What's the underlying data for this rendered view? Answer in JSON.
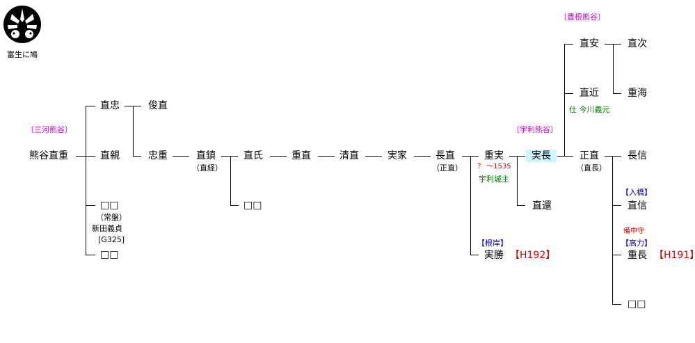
{
  "crest": {
    "caption": "富生に鳩",
    "icon": "crest-icon"
  },
  "colors": {
    "branch_label": "#cc00cc",
    "note_blue": "#0000cc",
    "ref_red": "#dd0000",
    "note_green": "#007700",
    "highlight": "#ccf5ff"
  },
  "persons": {
    "kumagaya_naoshige": "熊谷直重",
    "naotada": "直忠",
    "shunnao": "俊直",
    "naochika_1": "直親",
    "tadashige": "忠重",
    "naoshizu": "直鎮",
    "naoshizu_alias": "（直経）",
    "naouji": "直氏",
    "shigenao": "重直",
    "kiyonao": "清直",
    "saneie": "実家",
    "nagano": "長直",
    "nagano_alias": "（正直）",
    "shigezane": "重実",
    "sanenaga": "実長",
    "masanao": "正直",
    "masanao_alias": "（直長）",
    "naganobu": "長信",
    "naoyasu": "直安",
    "naotsugu": "直次",
    "naochika_2": "直近",
    "shigeumi": "重海",
    "unknown_1": "□□",
    "unknown_2": "□□",
    "unknown_3": "□□",
    "unknown_4": "□□",
    "naokan": "直還",
    "sanekatsu": "実勝",
    "naonobu": "直信",
    "shigenaga": "重長"
  },
  "notes": {
    "mikawa": "〔三河熊谷〕",
    "uri": "〔宇利熊谷〕",
    "toyone": "〔豊根熊谷〕",
    "tokiwa": "（常盤）",
    "nitta": "新田義貞",
    "g325": "[G325]",
    "nishi": "【根岸】",
    "iribashi": "【入橋】",
    "takariki": "【高力】",
    "bicchu": "備中守",
    "shigezane_dates": "？ ～1535",
    "uri_castle": "宇利城主",
    "imagawa": "仕 今川義元",
    "h192": "【H192】",
    "h191": "【H191】"
  }
}
